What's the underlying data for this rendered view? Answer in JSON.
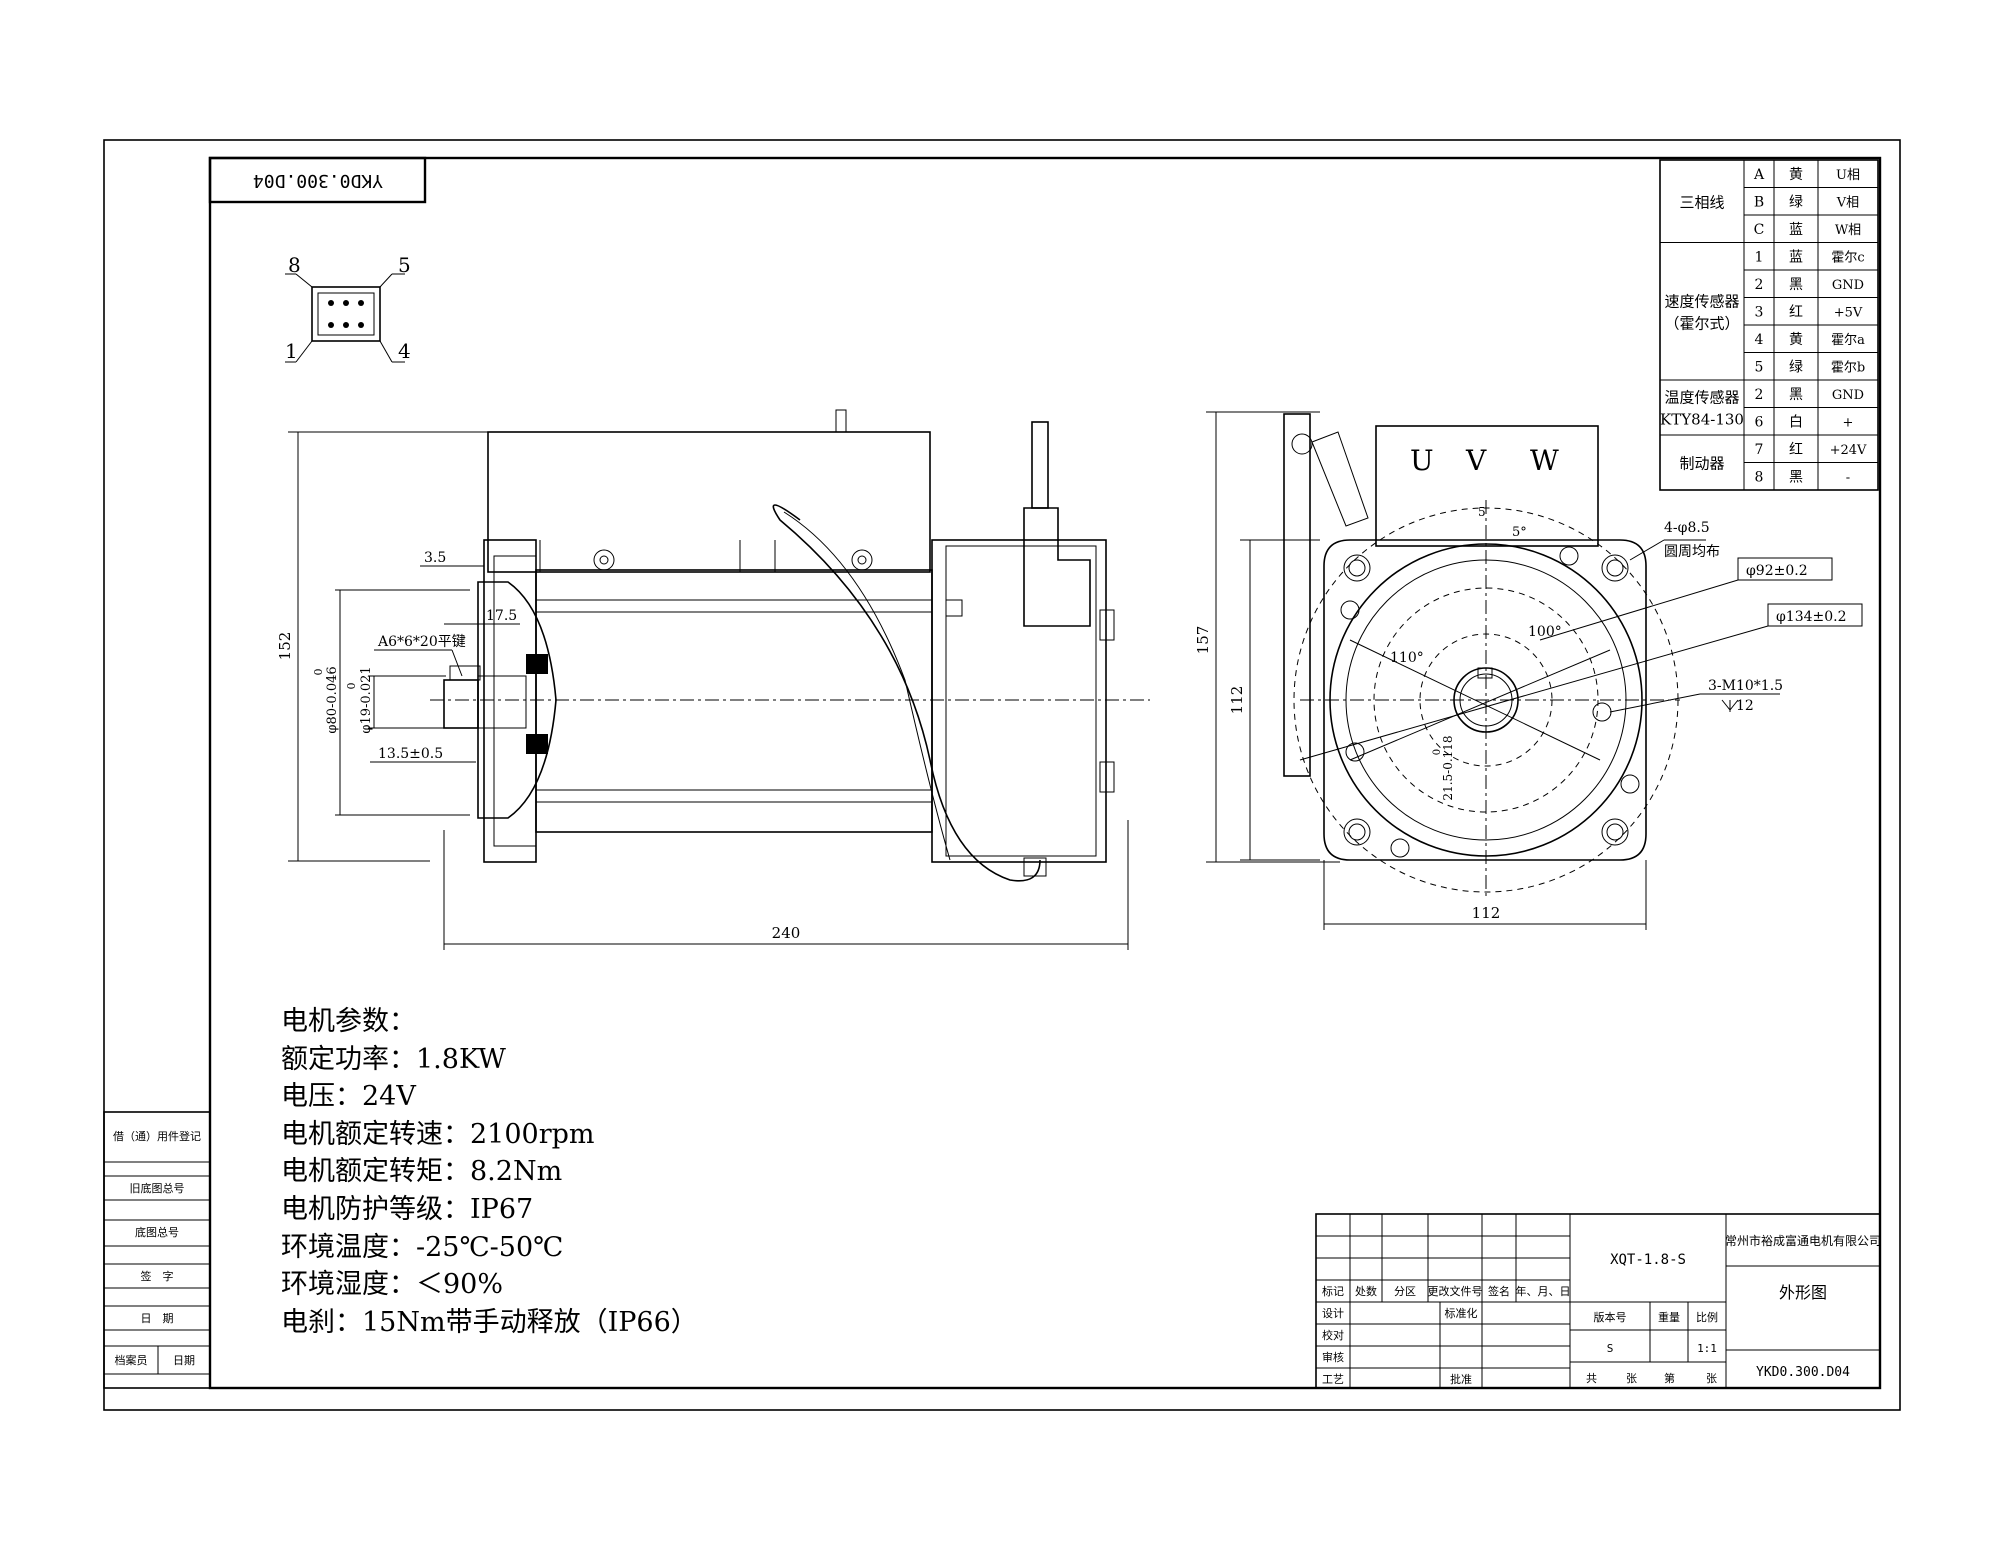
{
  "drawing_number_flipped": "YKD0.300.D04",
  "connector": {
    "pins": [
      "8",
      "5",
      "1",
      "4"
    ]
  },
  "wiring_table": {
    "groups": [
      {
        "name": "三相线",
        "rows": [
          [
            "A",
            "黄",
            "U相"
          ],
          [
            "B",
            "绿",
            "V相"
          ],
          [
            "C",
            "蓝",
            "W相"
          ]
        ]
      },
      {
        "name": "速度传感器（霍尔式）",
        "rows": [
          [
            "1",
            "蓝",
            "霍尔c"
          ],
          [
            "2",
            "黑",
            "GND"
          ],
          [
            "3",
            "红",
            "+5V"
          ],
          [
            "4",
            "黄",
            "霍尔a"
          ],
          [
            "5",
            "绿",
            "霍尔b"
          ]
        ]
      },
      {
        "name": "温度传感器KTY84-130",
        "rows": [
          [
            "2",
            "黑",
            "GND"
          ],
          [
            "6",
            "白",
            "+"
          ]
        ]
      },
      {
        "name": "制动器",
        "rows": [
          [
            "7",
            "红",
            "+24V"
          ],
          [
            "8",
            "黑",
            "-"
          ]
        ]
      }
    ]
  },
  "side_view": {
    "dims": {
      "d_3_5": "3.5",
      "d_17_5": "17.5",
      "key": "A6*6*20平键",
      "phi80": "φ80-0.046",
      "phi80_tol": "0",
      "phi19": "φ19-0.021",
      "phi19_tol": "0",
      "d_13_5": "13.5±0.5",
      "height": "152",
      "length": "240"
    }
  },
  "end_view": {
    "terminals": [
      "U",
      "V",
      "W"
    ],
    "dims": {
      "height": "157",
      "h112": "112",
      "w112": "112",
      "holes": "4-φ8.5",
      "holes_note": "圆周均布",
      "phi92": "φ92±0.2",
      "phi134": "φ134±0.2",
      "thread": "3-M10*1.5",
      "thread_depth": "12",
      "shaft": "21.5-0.118",
      "shaft_tol": "0",
      "a5": "5°",
      "a100": "100°",
      "a110": "110°",
      "s": "5"
    }
  },
  "params": [
    "电机参数：",
    "额定功率：1.8KW",
    "电压：24V",
    "电机额定转速：2100rpm",
    "电机额定转矩：8.2Nm",
    "电机防护等级：IP67",
    "环境温度：-25℃-50℃",
    "环境湿度：＜90%",
    "电刹：15Nm带手动释放（IP66）"
  ],
  "left_strip": [
    "借（通）用件登记",
    "旧底图总号",
    "底图总号",
    "签　字",
    "日　期",
    "档案员",
    "日期"
  ],
  "title_block": {
    "model": "XQT-1.8-S",
    "company": "常州市裕成富通电机有限公司",
    "drawing_name": "外形图",
    "drawing_no": "YKD0.300.D04",
    "rev_headers": [
      "标记",
      "处数",
      "分区",
      "更改文件号",
      "签名",
      "年、月、日"
    ],
    "roles": [
      "设计",
      "校对",
      "审核",
      "工艺"
    ],
    "std": "标准化",
    "approve": "批准",
    "stage_headers": [
      "版本号",
      "重量",
      "比例"
    ],
    "stage_value": "S",
    "scale": "1:1",
    "sheet": [
      "共",
      "张",
      "第",
      "张"
    ]
  }
}
